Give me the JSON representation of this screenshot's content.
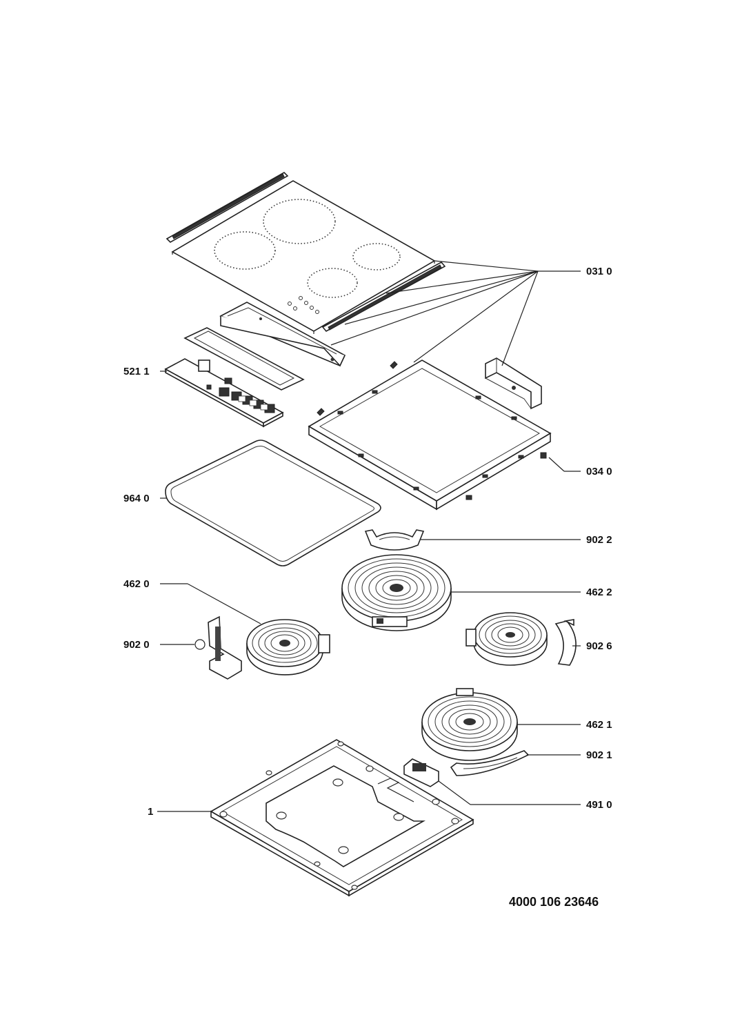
{
  "labels": {
    "l0310": "031 0",
    "l5211": "521 1",
    "l0340": "034 0",
    "l9640": "964 0",
    "l9022": "902 2",
    "l4620": "462 0",
    "l4622": "462 2",
    "l9020": "902 0",
    "l9026": "902 6",
    "l4621": "462 1",
    "l9021": "902 1",
    "l4910": "491 0",
    "l1": "1"
  },
  "diagram_code": "4000 106 23646"
}
